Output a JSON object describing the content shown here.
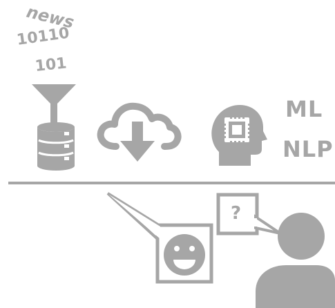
{
  "words": {
    "news": "news",
    "binary_line1": "10110",
    "binary_line2": "101",
    "ml": "ML",
    "nlp": "NLP"
  },
  "question_box": {
    "mark": "?"
  },
  "colors": {
    "icon_gray": "#a6a6a6",
    "background": "#ffffff"
  },
  "icons": [
    "funnel-icon",
    "database-icon",
    "cloud-download-icon",
    "brain-chip-icon",
    "smiley-face-icon",
    "person-icon"
  ]
}
